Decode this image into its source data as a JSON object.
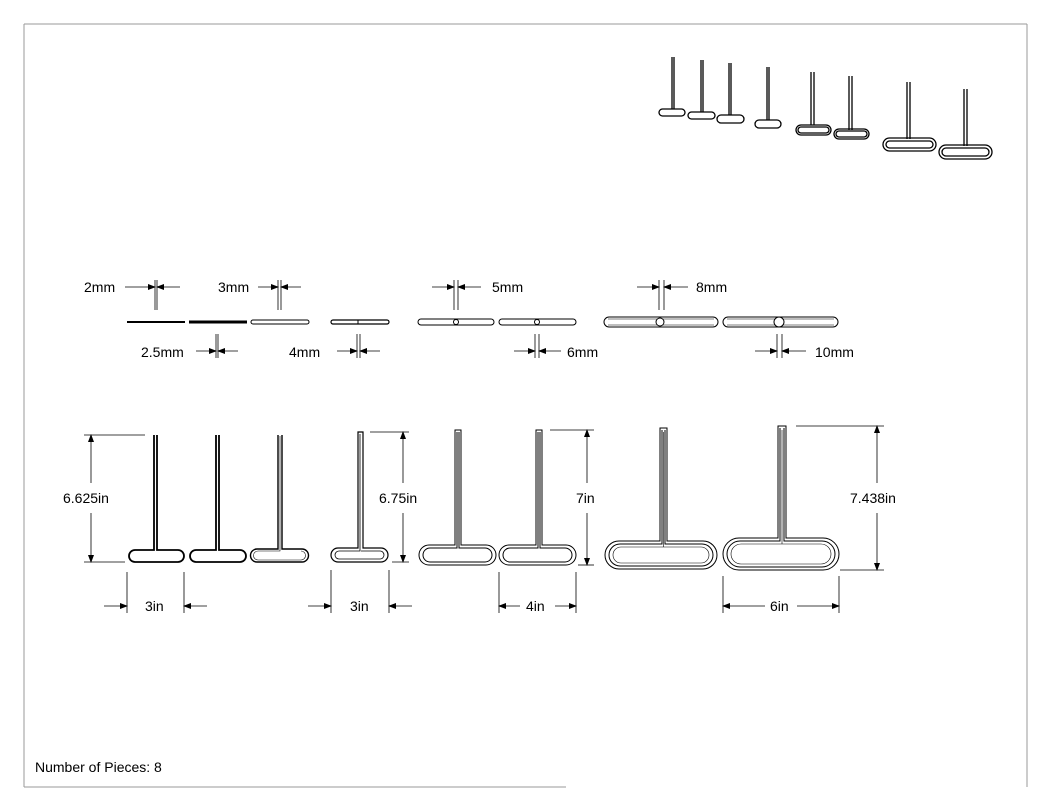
{
  "notes": {
    "pieces_label": "Number of Pieces: 8"
  },
  "dimensions": {
    "top_view": [
      "2mm",
      "3mm",
      "2.5mm",
      "4mm",
      "5mm",
      "6mm",
      "8mm",
      "10mm"
    ],
    "heights": [
      "6.625in",
      "6.75in",
      "7in",
      "7.438in"
    ],
    "widths": [
      "3in",
      "3in",
      "4in",
      "6in"
    ]
  },
  "colors": {
    "line": "#000000",
    "border": "#9a9a9a",
    "background": "#ffffff"
  }
}
